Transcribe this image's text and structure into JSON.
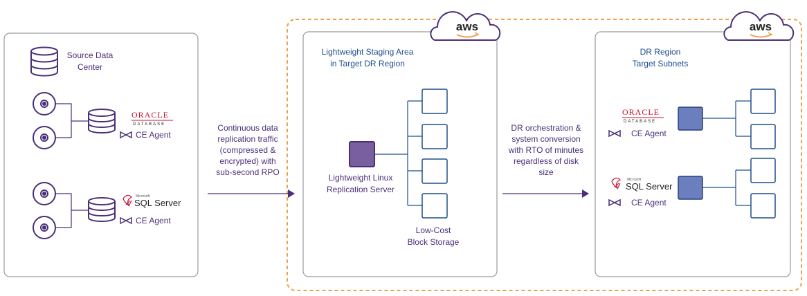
{
  "colors": {
    "panel_border": "#9a9a9a",
    "purple": "#4a2f78",
    "aws_orange": "#f0a04b",
    "replication_server_fill": "#7a5fa0",
    "target_server_fill": "#6b7ebd",
    "storage_border": "#1d4f8c",
    "oracle_red": "#c8102e"
  },
  "source": {
    "title_line1": "Source Data",
    "title_line2": "Center",
    "icon": "database-icon",
    "oracle_logo": {
      "word": "ORACLE",
      "sub": "DATABASE"
    },
    "sql_logo": {
      "ms": "Microsoft",
      "word": "SQL Server"
    },
    "oracle_agent": "CE Agent",
    "sql_agent": "CE Agent"
  },
  "left_arrow": {
    "lines": [
      "Continuous data",
      "replication traffic",
      "(compressed &",
      "encrypted) with",
      "sub-second RPO"
    ]
  },
  "staging": {
    "aws_label": "aws",
    "title_line1": "Lightweight Staging Area",
    "title_line2": "in Target DR Region",
    "server_line1": "Lightweight Linux",
    "server_line2": "Replication Server",
    "storage_line1": "Low-Cost",
    "storage_line2": "Block Storage"
  },
  "right_arrow": {
    "lines": [
      "DR orchestration &",
      "system conversion",
      "with RTO of minutes",
      "regardless of disk",
      "size"
    ]
  },
  "dr": {
    "aws_label": "aws",
    "title_line1": "DR Region",
    "title_line2": "Target Subnets",
    "oracle_logo": {
      "word": "ORACLE",
      "sub": "DATABASE"
    },
    "sql_logo": {
      "ms": "Microsoft",
      "word": "SQL Server"
    },
    "oracle_agent": "CE Agent",
    "sql_agent": "CE Agent"
  }
}
